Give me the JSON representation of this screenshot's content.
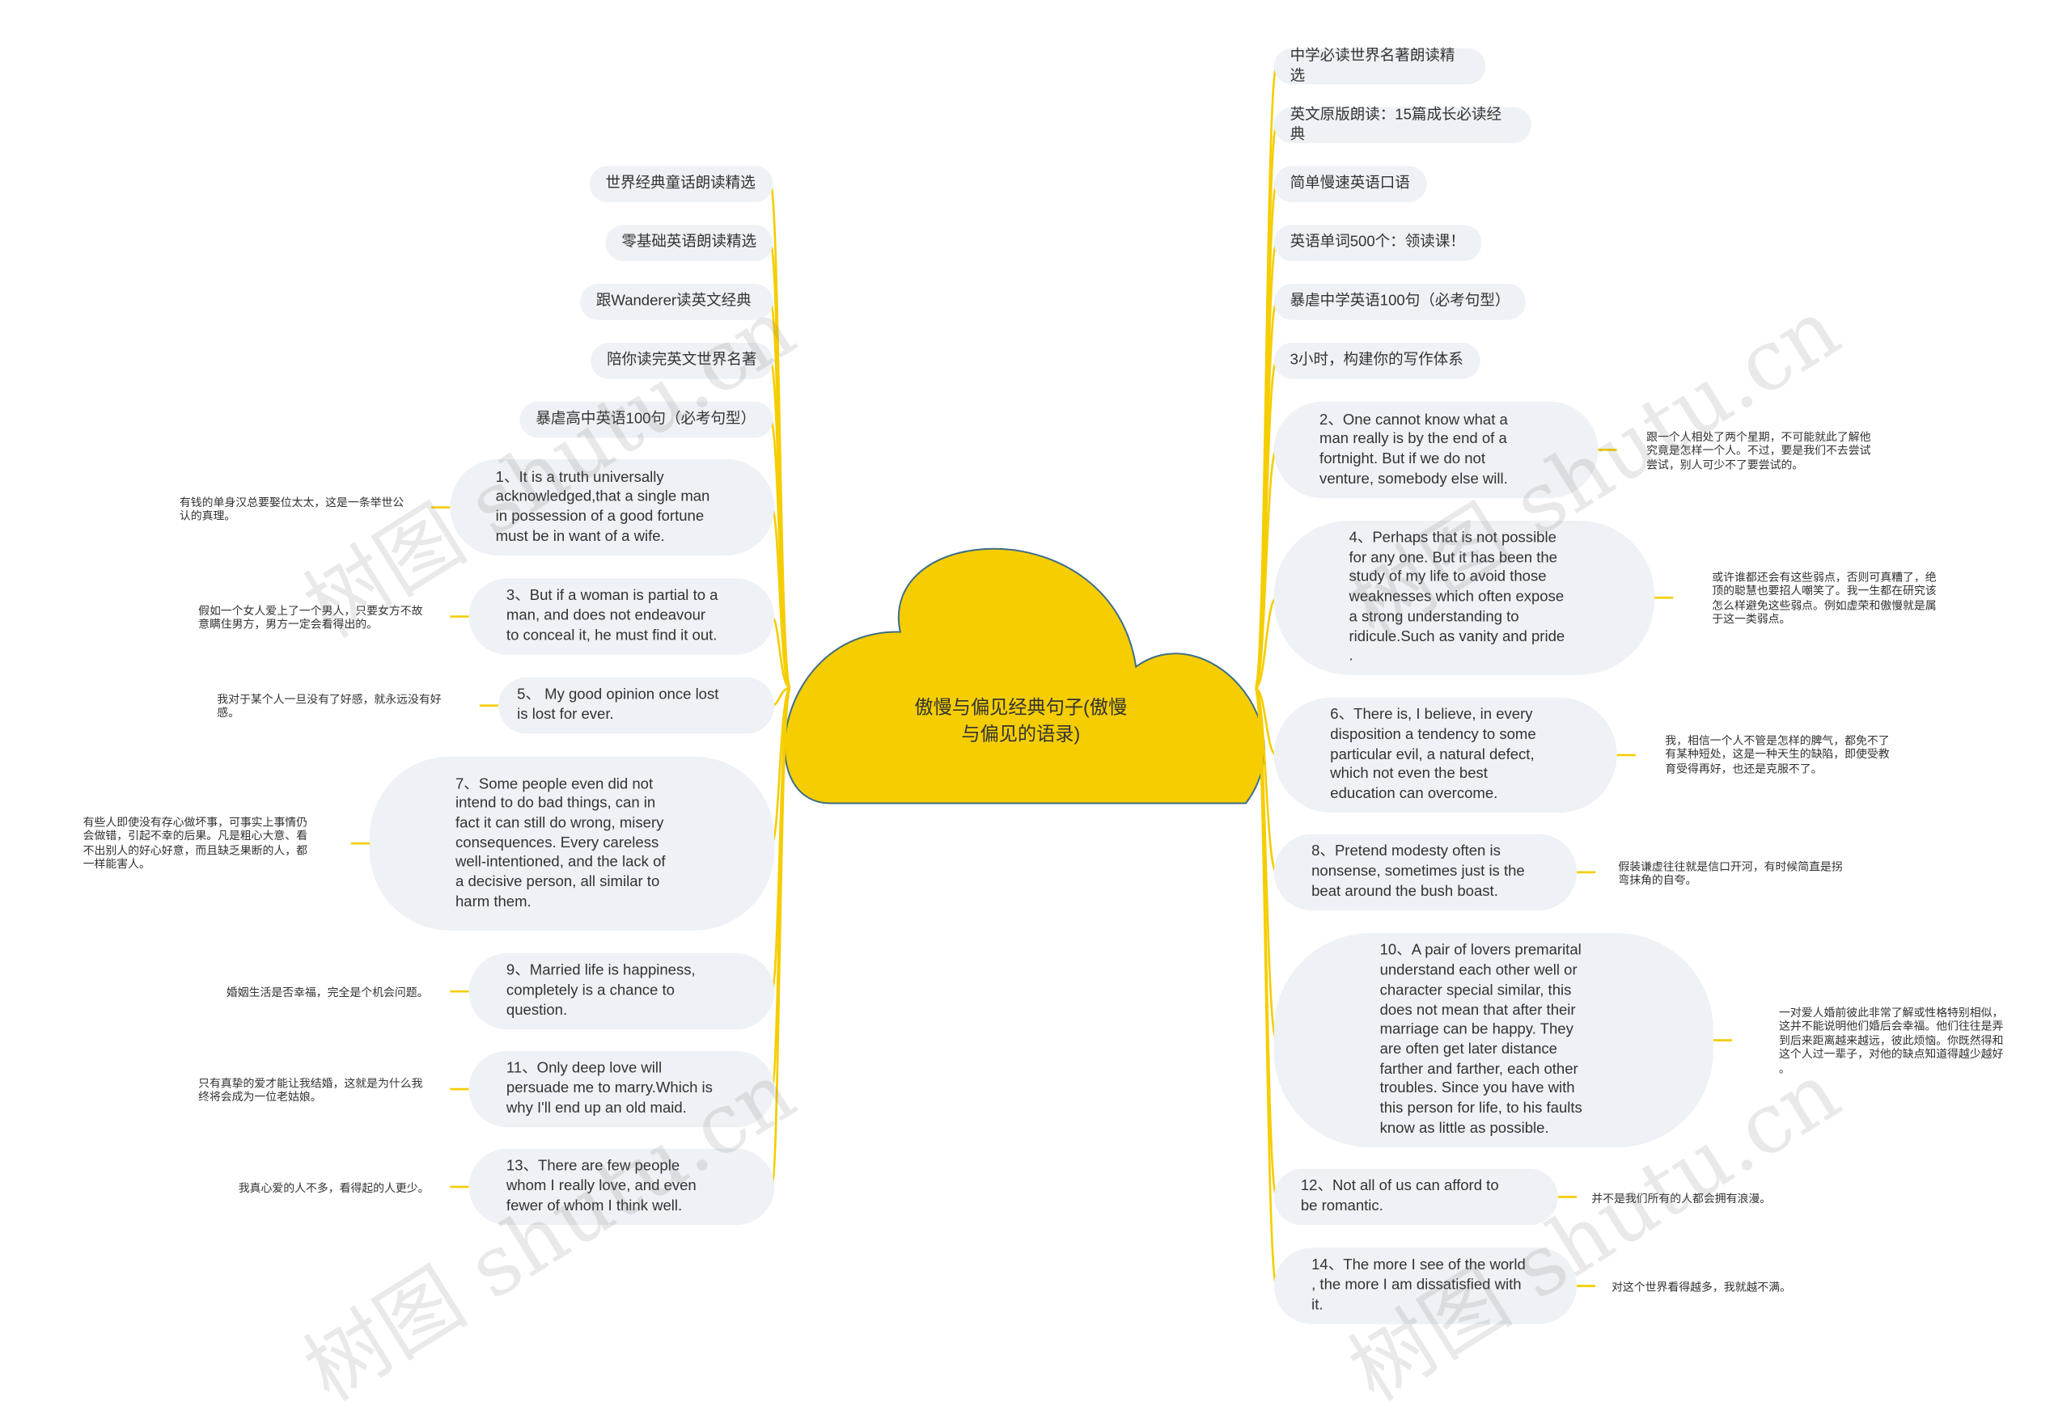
{
  "center": {
    "title": "傲慢与偏见经典句子(傲慢\n与偏见的语录)"
  },
  "colors": {
    "center_fill": "#f5cd00",
    "center_stroke": "#3d6d88",
    "branch_line": "#f5cd00",
    "node_fill": "#eef1f5"
  },
  "left": {
    "links": [
      "世界经典童话朗读精选",
      "零基础英语朗读精选",
      "跟Wanderer读英文经典",
      "陪你读完英文世界名著",
      "暴虐高中英语100句（必考句型）"
    ],
    "quotes": [
      {
        "text": "1、It is a truth universally\nacknowledged,that a single man\n in possession of a good fortune\n must be in want of a wife.",
        "note": "有钱的单身汉总要娶位太太，这是一条举世公\n认的真理。"
      },
      {
        "text": "3、But if a woman is partial to a\n man, and does not endeavour\nto conceal it, he must find it out.",
        "note": "假如一个女人爱上了一个男人，只要女方不故\n意瞒住男方，男方一定会看得出的。"
      },
      {
        "text": "5、 My good opinion once lost\nis lost for ever.",
        "note": "我对于某个人一旦没有了好感，就永远没有好\n感。"
      },
      {
        "text": "7、Some people even did not\nintend to do bad things, can in\nfact it can still do wrong, misery\nconsequences. Every careless\nwell-intentioned, and the lack of\n a decisive person, all similar to\nharm them.",
        "note": "有些人即使没有存心做坏事，可事实上事情仍\n会做错，引起不幸的后果。凡是粗心大意、看\n不出别人的好心好意，而且缺乏果断的人，都\n一样能害人。"
      },
      {
        "text": "9、Married life is happiness,\ncompletely is a chance to\nquestion.",
        "note": "婚姻生活是否幸福，完全是个机会问题。"
      },
      {
        "text": "11、Only deep love will\npersuade me to marry.Which is\nwhy I'll end up an old maid.",
        "note": "只有真挚的爱才能让我结婚，这就是为什么我\n终将会成为一位老姑娘。"
      },
      {
        "text": "13、There are few people\nwhom I really love, and even\nfewer of whom I think well.",
        "note": "我真心爱的人不多，看得起的人更少。"
      }
    ]
  },
  "right": {
    "links": [
      "中学必读世界名著朗读精选",
      "英文原版朗读：15篇成长必读经典",
      "简单慢速英语口语",
      "英语单词500个：领读课！",
      "暴虐中学英语100句（必考句型）",
      "3小时，构建你的写作体系"
    ],
    "quotes": [
      {
        "text": "2、One cannot know what a\nman really is by the end of a\nfortnight. But if we do not\nventure, somebody else will.",
        "note": "跟一个人相处了两个星期，不可能就此了解他\n究竟是怎样一个人。不过，要是我们不去尝试\n尝试，别人可少不了要尝试的。"
      },
      {
        "text": "4、Perhaps that is not possible\nfor any one. But it has been the\nstudy of my life to avoid those\nweaknesses which often expose\na strong understanding to\nridicule.Such as vanity and pride\n.",
        "note": "或许谁都还会有这些弱点，否则可真糟了，绝\n顶的聪慧也要招人嘲笑了。我一生都在研究该\n怎么样避免这些弱点。例如虚荣和傲慢就是属\n于这一类弱点。"
      },
      {
        "text": "6、There is, I believe, in every\ndisposition a tendency to some\nparticular evil, a natural defect,\nwhich not even the best\neducation can overcome.",
        "note": "我，相信一个人不管是怎样的脾气，都免不了\n有某种短处，这是一种天生的缺陷，即使受教\n育受得再好，也还是克服不了。"
      },
      {
        "text": "8、Pretend modesty often is\nnonsense, sometimes just is the\nbeat around the bush boast.",
        "note": "假装谦虚往往就是信口开河，有时候简直是拐\n弯抹角的自夸。"
      },
      {
        "text": "10、A pair of lovers premarital\nunderstand each other well or\ncharacter special similar, this\ndoes not mean that after their\nmarriage can be happy. They\nare often get later distance\nfarther and farther, each other\ntroubles. Since you have with\nthis person for life, to his faults\nknow as little as possible.",
        "note": "一对爱人婚前彼此非常了解或性格特别相似，\n这并不能说明他们婚后会幸福。他们往往是弄\n到后来距离越来越远，彼此烦恼。你既然得和\n这个人过一辈子，对他的缺点知道得越少越好\n。"
      },
      {
        "text": "12、Not all of us can afford to\nbe romantic.",
        "note": "并不是我们所有的人都会拥有浪漫。"
      },
      {
        "text": "14、The more I see of the world\n, the more I am dissatisfied with\nit.",
        "note": "对这个世界看得越多，我就越不满。"
      }
    ]
  },
  "watermark": "树图 shutu.cn"
}
